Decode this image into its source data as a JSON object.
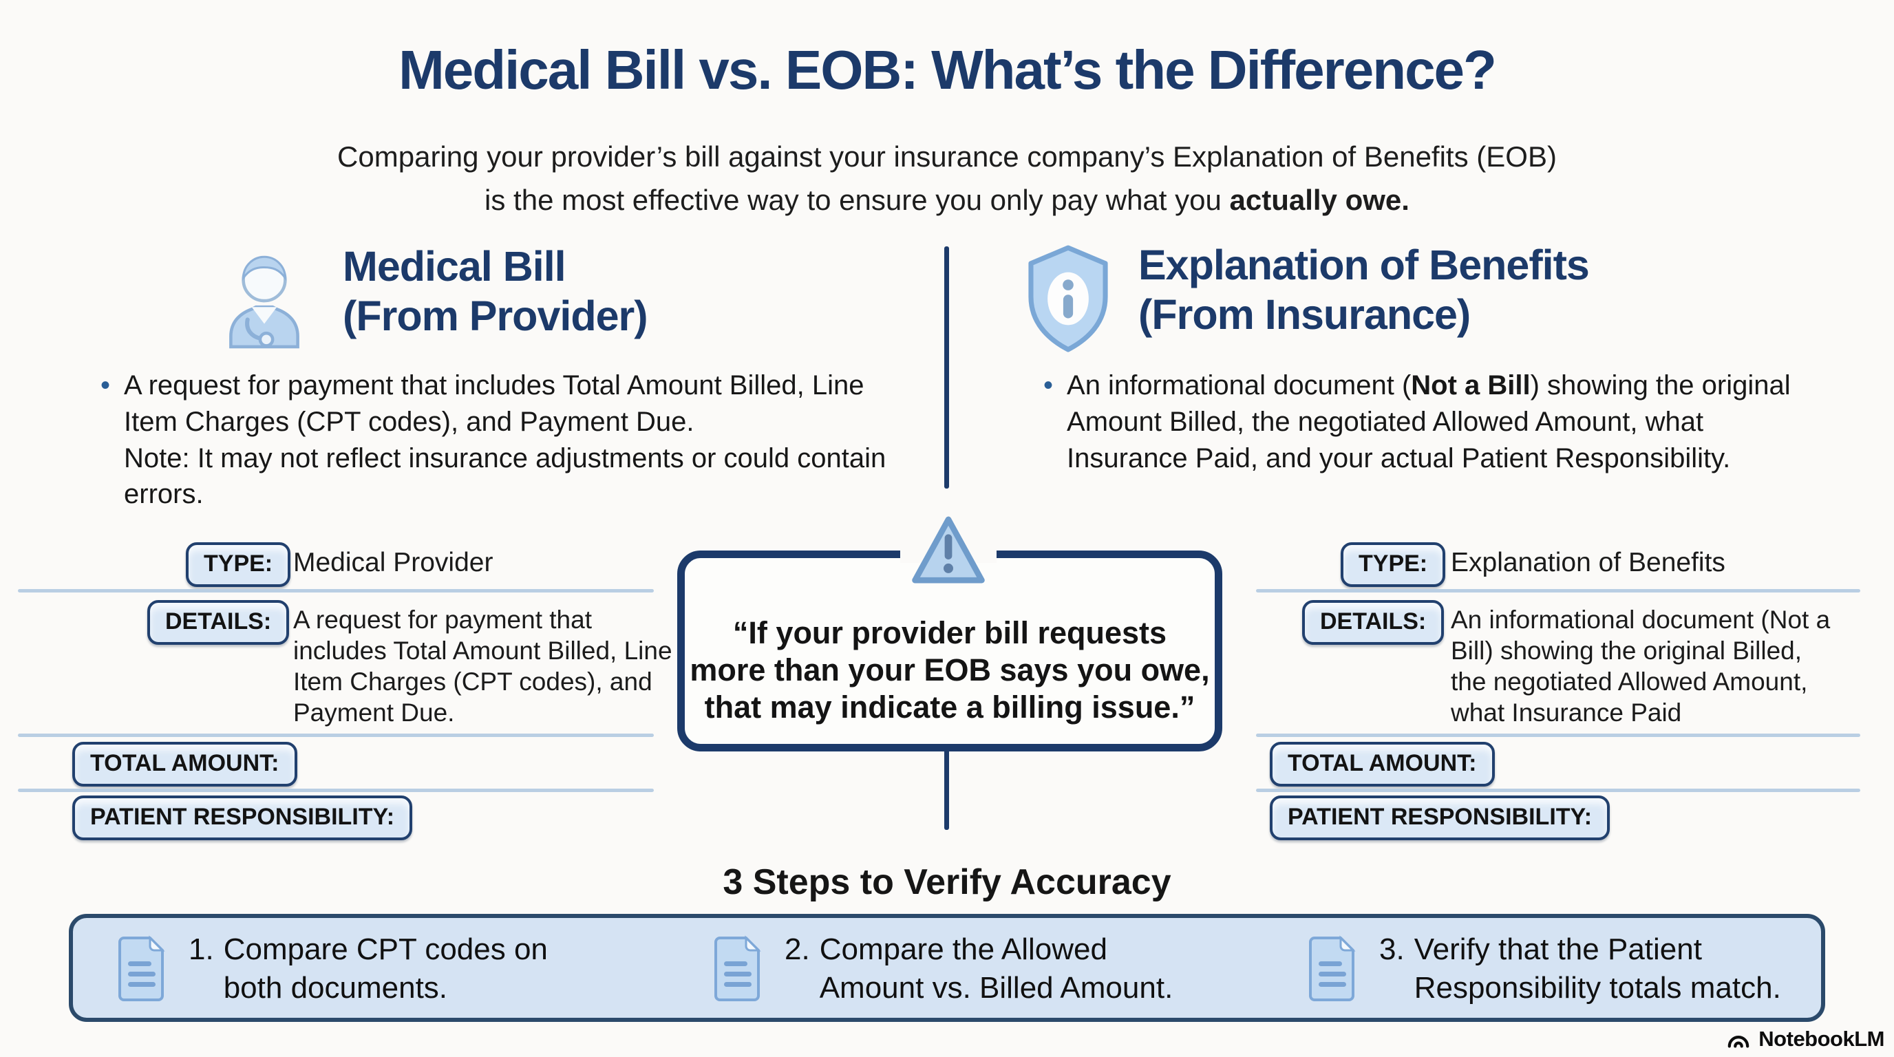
{
  "colors": {
    "navy": "#1c3a6a",
    "background": "#fbfaf8",
    "badge-fill": "#dbe8f6",
    "badge-border": "#21406e",
    "divider": "#b9cee3",
    "steps-bar-fill": "#d5e3f3",
    "steps-bar-border": "#2b4a6b",
    "icon-blue": "#b9d4ef",
    "icon-blue-dark": "#7aa7d6"
  },
  "header": {
    "title": "Medical Bill vs. EOB: What’s the Difference?",
    "subtitle_line1": "Comparing your provider’s bill against your insurance company’s Explanation of Benefits (EOB)",
    "subtitle_line2": "is the most effective way to ensure you only pay what you ",
    "subtitle_line2_bold": "actually owe."
  },
  "medical_bill": {
    "icon": "doctor-icon",
    "title": "Medical Bill",
    "subtitle": "(From Provider)",
    "bullet_marker": "•",
    "bullet_text": "A request for payment that includes Total Amount Billed, Line Item Charges (CPT codes), and Payment Due.",
    "bullet_note": "Note: It may not reflect insurance adjustments or could contain errors.",
    "type_label": "TYPE:",
    "type_value": "Medical Provider",
    "details_label": "DETAILS:",
    "details_value": "A request for payment that includes Total Amount Billed, Line Item Charges (CPT codes), and Payment Due.",
    "total_amount_label": "TOTAL AMOUNT:",
    "patient_responsibility_label": "PATIENT RESPONSIBILITY:"
  },
  "eob": {
    "icon": "shield-info-icon",
    "title": "Explanation of Benefits",
    "subtitle": "(From Insurance)",
    "bullet_marker": "•",
    "bullet_pre": "An informational document (",
    "bullet_bold": "Not a Bill",
    "bullet_post": ") showing the original Amount Billed, the negotiated Allowed Amount, what Insurance Paid, and your actual Patient Responsibility.",
    "type_label": "TYPE:",
    "type_value": "Explanation of Benefits",
    "details_label": "DETAILS:",
    "details_value": "An informational document (Not a Bill) showing the original Billed, the negotiated Allowed Amount, what Insurance Paid",
    "total_amount_label": "TOTAL AMOUNT:",
    "patient_responsibility_label": "PATIENT RESPONSIBILITY:"
  },
  "callout": {
    "icon": "warning-triangle-icon",
    "line1": "“If your provider bill requests",
    "line2": "more than your EOB says you owe,",
    "line3": "that may indicate a billing issue.”"
  },
  "steps": {
    "heading": "3 Steps to Verify Accuracy",
    "icon": "document-icon",
    "items": [
      {
        "num": "1.",
        "text": "Compare CPT codes on both documents."
      },
      {
        "num": "2.",
        "text": "Compare the Allowed Amount vs. Billed Amount."
      },
      {
        "num": "3.",
        "text": "Verify that the Patient Responsibility totals match."
      }
    ]
  },
  "footer": {
    "icon": "notebooklm-logo-icon",
    "brand": "NotebookLM"
  }
}
